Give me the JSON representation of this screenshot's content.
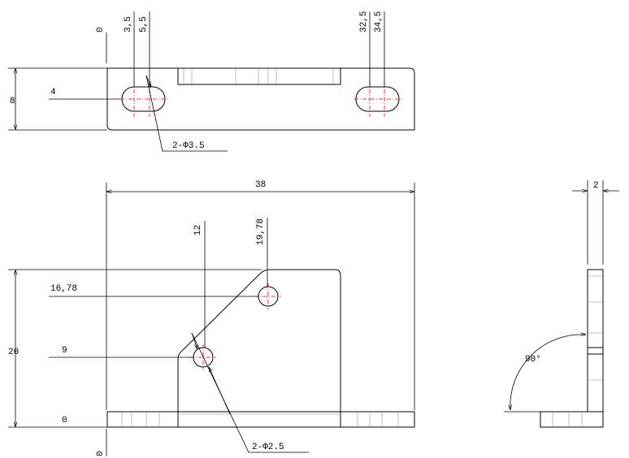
{
  "top_view": {
    "dim_0": "0",
    "dim_3_5": "3,5",
    "dim_5_5": "5,5",
    "dim_32_5": "32,5",
    "dim_34_5": "34,5",
    "dim_8": "8",
    "dim_4": "4",
    "slot_callout": "2-Φ3.5"
  },
  "front_view": {
    "dim_38": "38",
    "dim_12": "12",
    "dim_19_78": "19,78",
    "dim_16_78": "16,78",
    "dim_9": "9",
    "dim_20": "20",
    "dim_0_y": "0",
    "dim_0_x": "0",
    "hole_callout": "2-Φ2.5"
  },
  "side_view": {
    "dim_2": "2",
    "angle": "90°"
  }
}
